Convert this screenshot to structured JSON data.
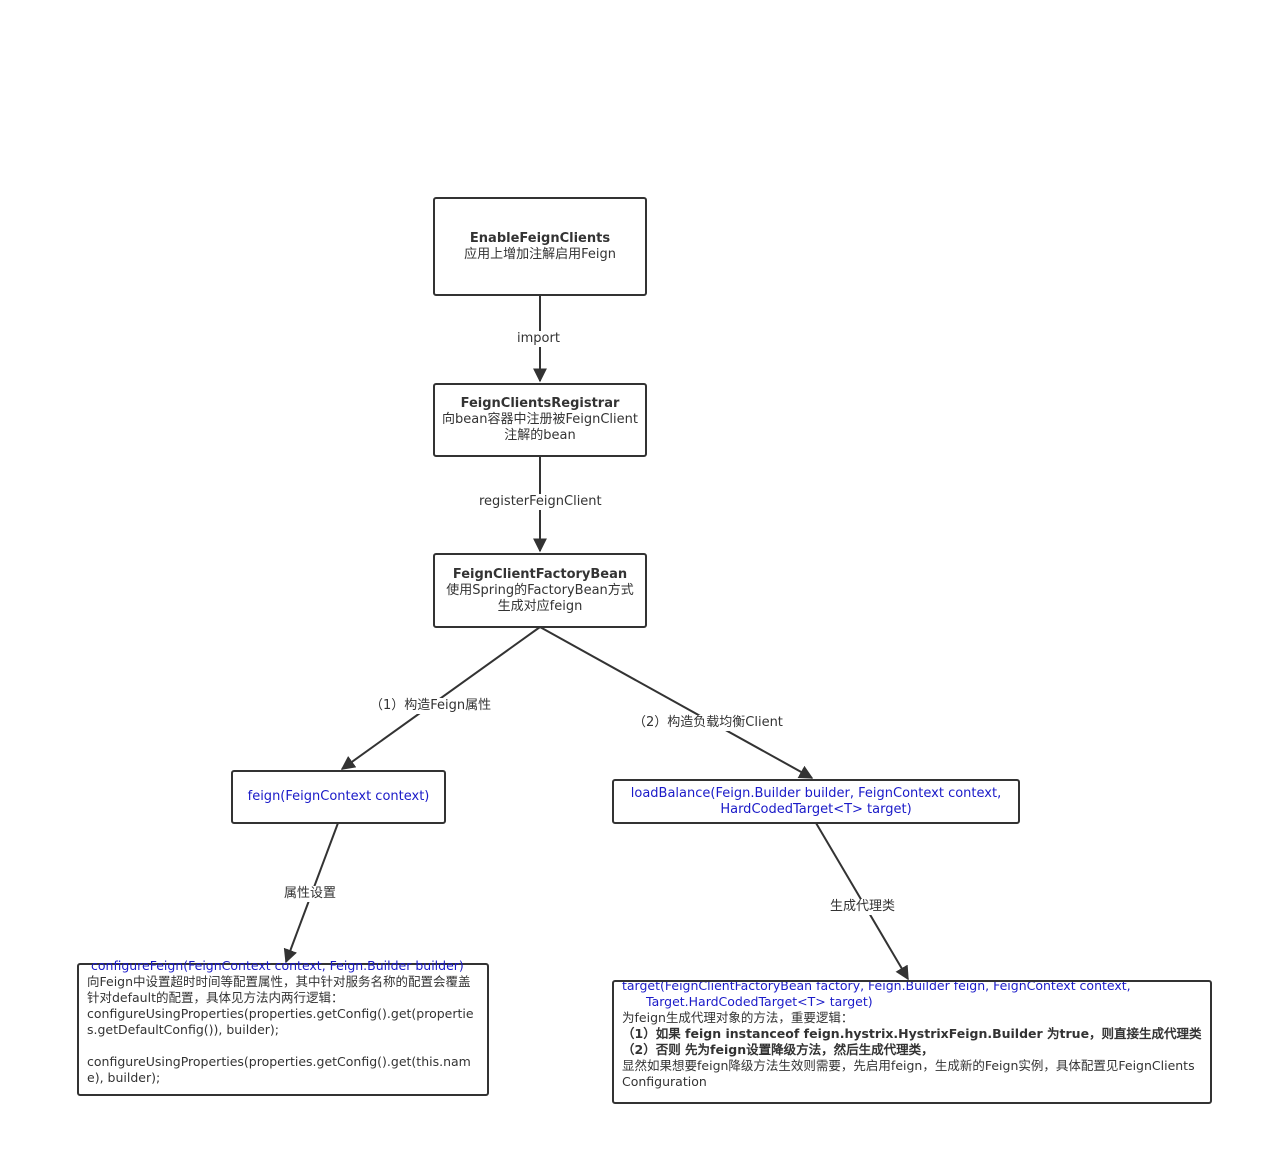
{
  "nodes": {
    "enable": {
      "title": "EnableFeignClients",
      "desc": "应用上增加注解启用Feign"
    },
    "registrar": {
      "title": "FeignClientsRegistrar",
      "desc_line1": "向bean容器中注册被FeignClient",
      "desc_line2": "注解的bean"
    },
    "factory": {
      "title": "FeignClientFactoryBean",
      "desc_line1": "使用Spring的FactoryBean方式",
      "desc_line2": "生成对应feign"
    },
    "feign": {
      "text": "feign(FeignContext context)"
    },
    "loadbalance": {
      "line1": "loadBalance(Feign.Builder builder, FeignContext context,",
      "line2": "HardCodedTarget<T> target)"
    },
    "configure": {
      "title": "configureFeign(FeignContext context, Feign.Builder builder)",
      "line1": "向Feign中设置超时时间等配置属性，其中针对服务名称的配置会覆盖针对default的配置，具体见方法内两行逻辑：",
      "line2": "configureUsingProperties(properties.getConfig().get(properties.getDefaultConfig()), builder);",
      "line3": "configureUsingProperties(properties.getConfig().get(this.name), builder);"
    },
    "target": {
      "title1": "target(FeignClientFactoryBean factory, Feign.Builder feign, FeignContext context,",
      "title2": "Target.HardCodedTarget<T> target)",
      "line1": "为feign生成代理对象的方法，重要逻辑：",
      "line2": "（1）如果 feign instanceof feign.hystrix.HystrixFeign.Builder 为true，则直接生成代理类",
      "line3": "（2）否则 先为feign设置降级方法，然后生成代理类，",
      "line4": "显然如果想要feign降级方法生效则需要，先启用feign，生成新的Feign实例，具体配置见FeignClientsConfiguration"
    }
  },
  "edges": {
    "import": "import",
    "register": "registerFeignClient",
    "build_props": "（1）构造Feign属性",
    "build_lb": "（2）构造负载均衡Client",
    "props_set": "属性设置",
    "gen_proxy": "生成代理类"
  },
  "colors": {
    "line": "#333333",
    "method": "#1a1ac8"
  }
}
